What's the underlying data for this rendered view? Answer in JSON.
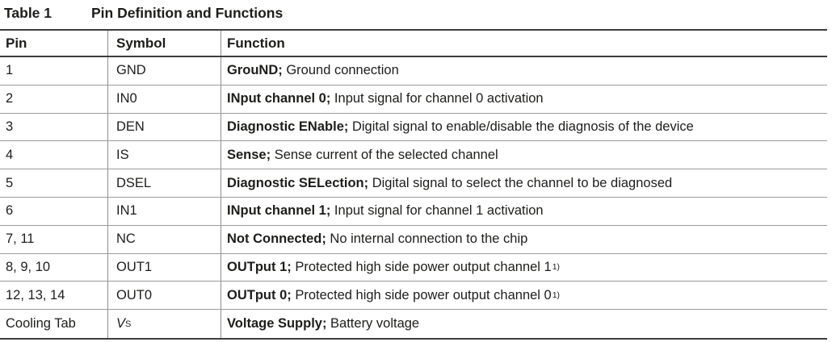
{
  "table_caption": {
    "label": "Table 1",
    "title": "Pin Definition and Functions"
  },
  "columns": [
    "Pin",
    "Symbol",
    "Function"
  ],
  "rows": [
    {
      "pin": "1",
      "symbol": "GND",
      "function_bold": "GrouND;",
      "function_rest": " Ground connection"
    },
    {
      "pin": "2",
      "symbol": "IN0",
      "function_bold": "INput channel 0;",
      "function_rest": " Input signal for channel 0 activation"
    },
    {
      "pin": "3",
      "symbol": "DEN",
      "function_bold": "Diagnostic ENable;",
      "function_rest": " Digital signal to enable/disable the diagnosis of the device"
    },
    {
      "pin": "4",
      "symbol": "IS",
      "function_bold": "Sense;",
      "function_rest": " Sense current of the selected channel"
    },
    {
      "pin": "5",
      "symbol": "DSEL",
      "function_bold": "Diagnostic SELection;",
      "function_rest": " Digital signal to select the channel to be diagnosed"
    },
    {
      "pin": "6",
      "symbol": "IN1",
      "function_bold": "INput channel 1;",
      "function_rest": " Input signal for channel 1 activation"
    },
    {
      "pin": "7, 11",
      "symbol": "NC",
      "function_bold": "Not Connected;",
      "function_rest": " No internal connection to the chip"
    },
    {
      "pin": "8, 9, 10",
      "symbol": "OUT1",
      "function_bold": "OUTput 1;",
      "function_rest": " Protected high side power output channel 1",
      "footnote": "1)"
    },
    {
      "pin": "12, 13, 14",
      "symbol": "OUT0",
      "function_bold": "OUTput 0;",
      "function_rest": " Protected high side power output channel 0",
      "footnote": "1)"
    },
    {
      "pin": "Cooling Tab",
      "symbol": "V",
      "symbol_sub": "S",
      "function_bold": "Voltage Supply;",
      "function_rest": " Battery voltage"
    }
  ],
  "colors": {
    "text": "#1d1d1b",
    "border_strong": "#3d3d3d",
    "border_light": "#9b9b9b"
  }
}
